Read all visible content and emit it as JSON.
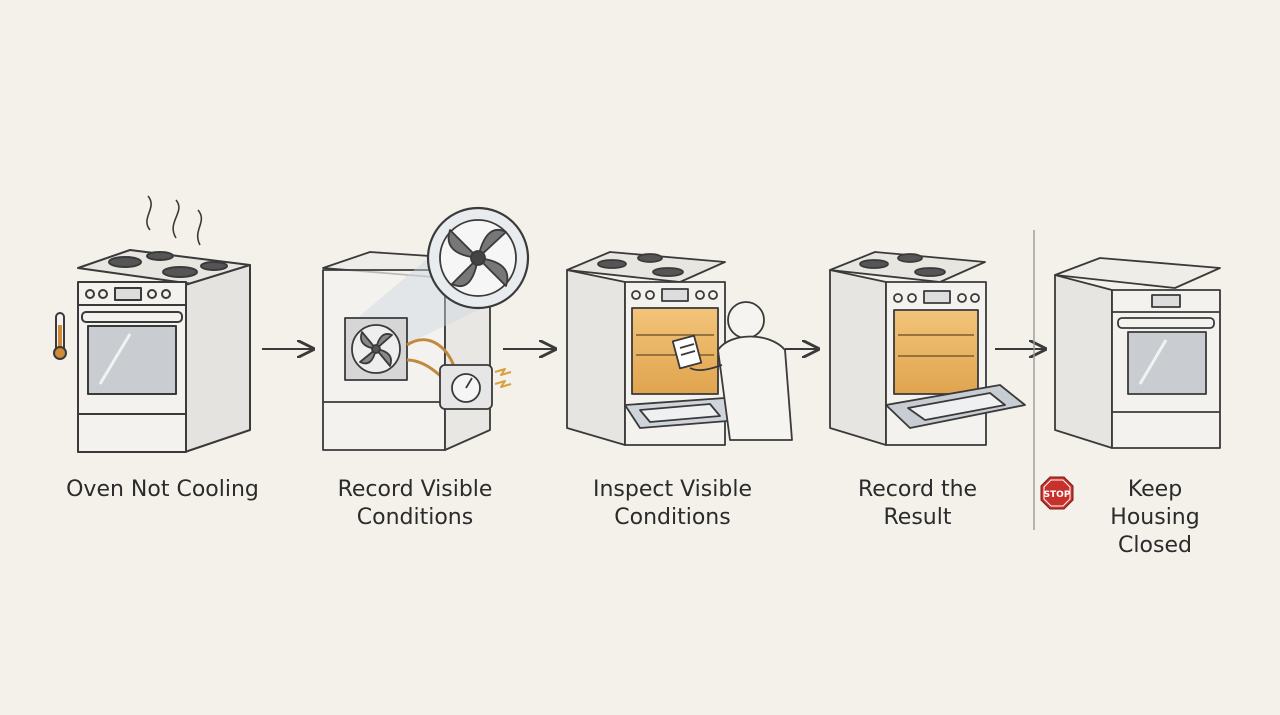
{
  "steps": [
    {
      "label": "Oven Not Cooling",
      "icon": "hot-oven-icon"
    },
    {
      "label": "Record Visible\nConditions",
      "icon": "fan-and-thermostat-icon"
    },
    {
      "label": "Inspect Visible\nConditions",
      "icon": "person-inspecting-oven-icon"
    },
    {
      "label": "Record the\nResult",
      "icon": "open-oven-icon"
    },
    {
      "label": "Keep Housing\nClosed",
      "icon": "closed-oven-icon"
    }
  ],
  "stop_sign": {
    "text": "STOP",
    "color": "#c8302c"
  },
  "colors": {
    "background": "#f4f1ea",
    "line": "#3a3a3a",
    "oven_body": "#f3f2ef",
    "oven_glow": "#e8b25a",
    "wire": "#c08a3e"
  }
}
